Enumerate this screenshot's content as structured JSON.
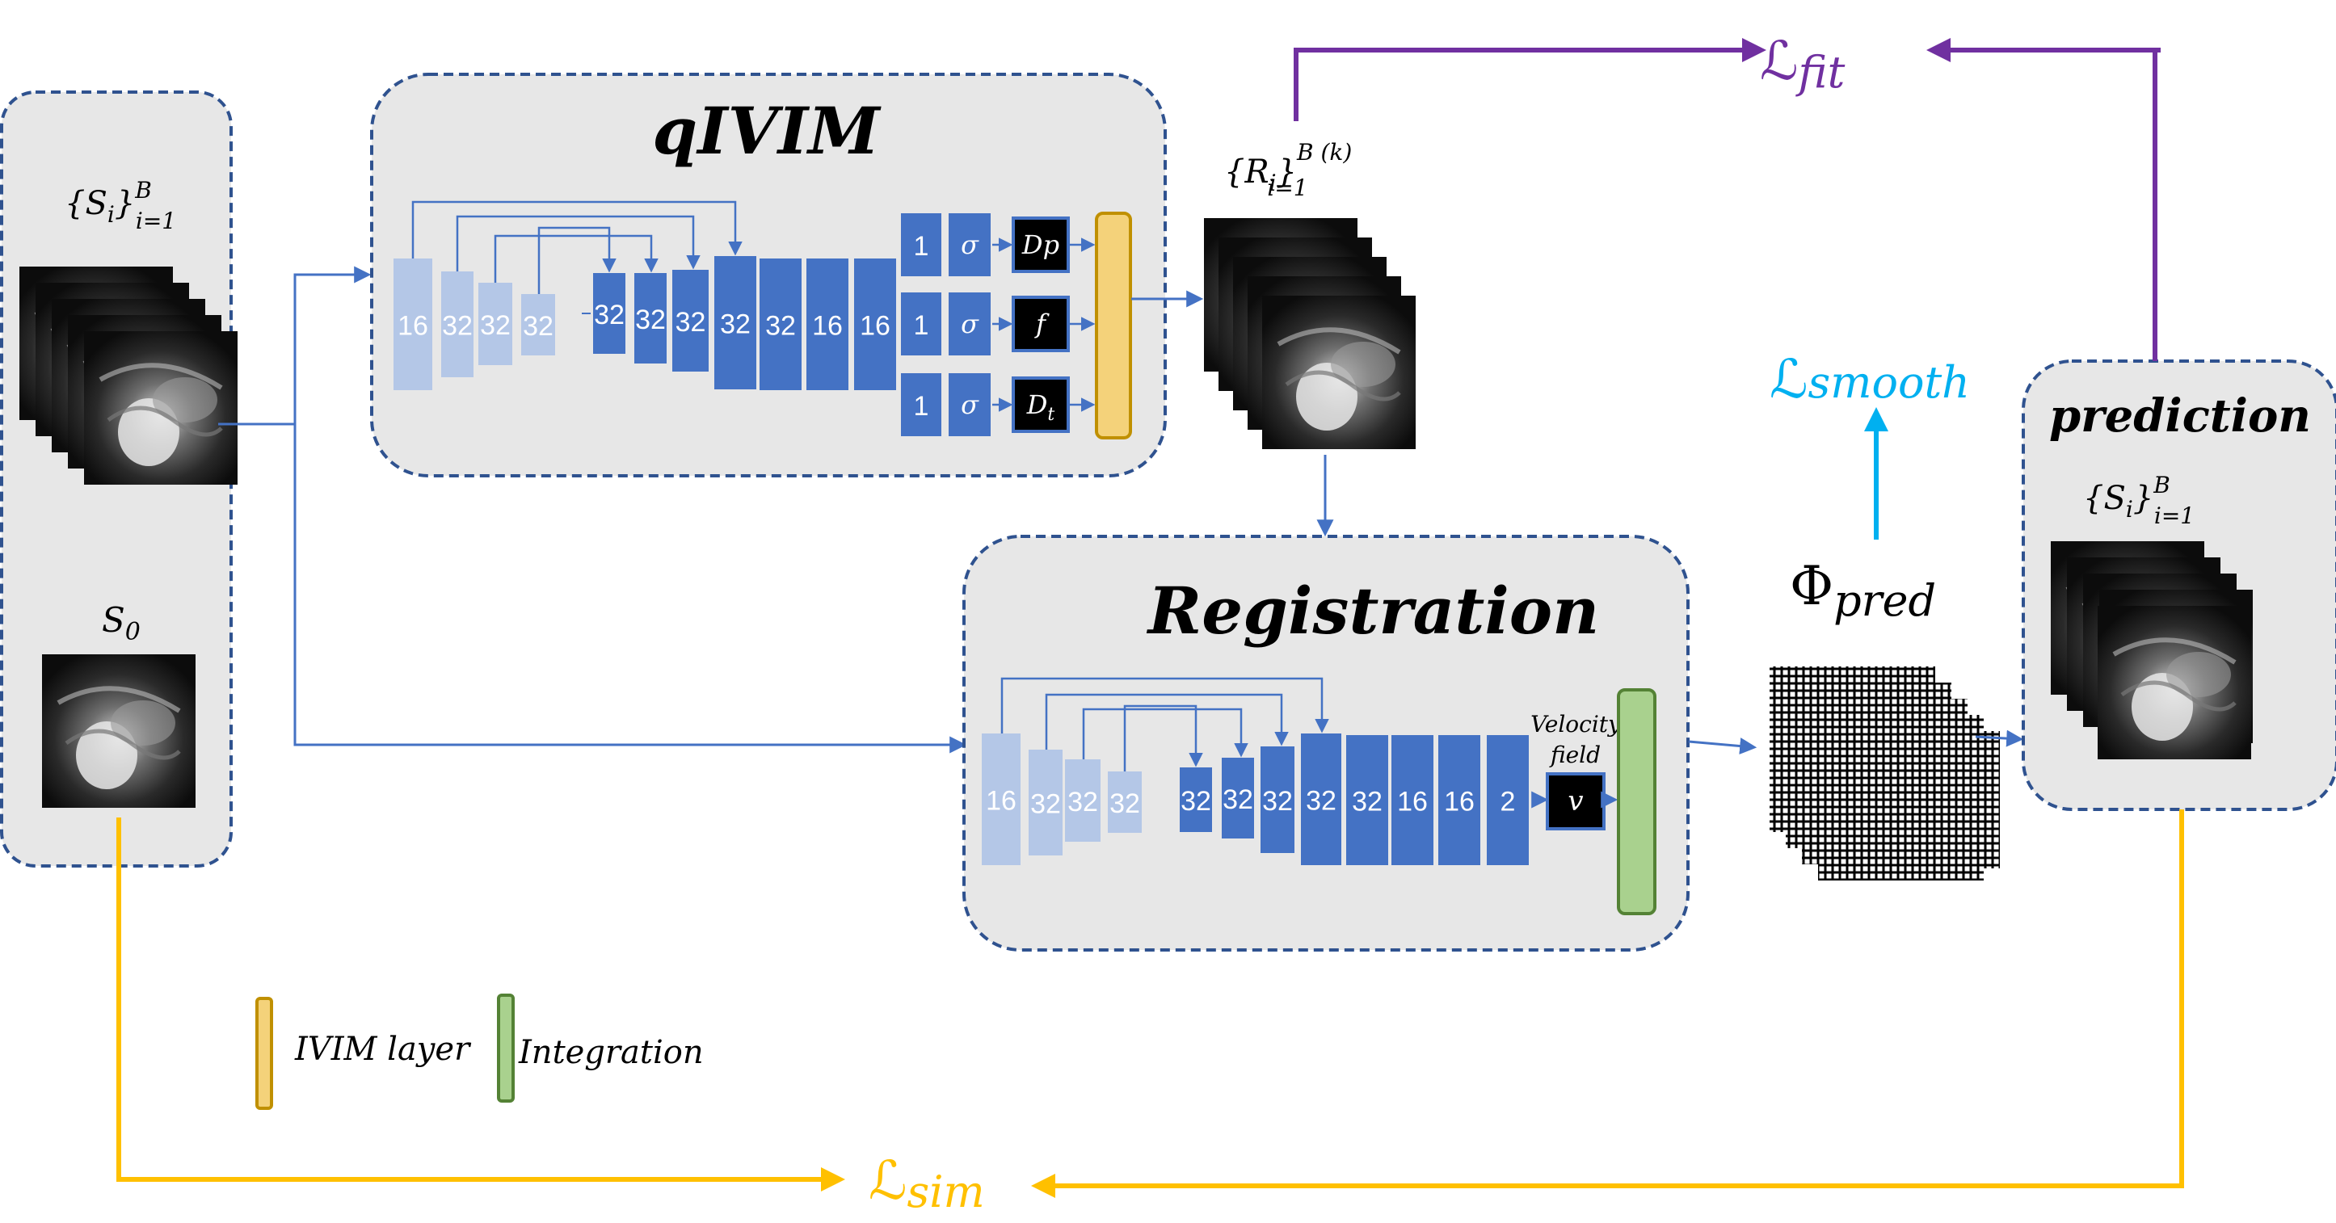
{
  "input_panel": {
    "series_label_brace": "{S",
    "series_label_sub": "i",
    "series_label_close": "}",
    "series_label_range": "i=1",
    "series_label_sup": "B",
    "s0_label": "S",
    "s0_sub": "0"
  },
  "qivim": {
    "title": "qIVIM",
    "encoder_blocks": [
      "16",
      "32",
      "32",
      "32"
    ],
    "decoder_blocks": [
      "32",
      "32",
      "32",
      "32",
      "32",
      "16",
      "16"
    ],
    "heads": [
      {
        "one": "1",
        "sigma": "σ",
        "param": "Dp"
      },
      {
        "one": "1",
        "sigma": "σ",
        "param": "f"
      },
      {
        "one": "1",
        "sigma": "σ",
        "param": "D",
        "param_sub": "t"
      }
    ]
  },
  "recon": {
    "label_brace": "{R",
    "label_sub": "i",
    "label_close": "}",
    "label_range": "i=1",
    "label_sup": "B (k)"
  },
  "registration": {
    "title": "Registration",
    "encoder_blocks": [
      "16",
      "32",
      "32",
      "32"
    ],
    "decoder_blocks": [
      "32",
      "32",
      "32",
      "32",
      "32",
      "16",
      "16",
      "2"
    ],
    "velocity_label_1": "Velocity",
    "velocity_label_2": "field",
    "velocity_symbol": "v"
  },
  "phi": {
    "symbol": "Φ",
    "sub": "pred"
  },
  "prediction": {
    "title": "prediction",
    "label_brace": "{S",
    "label_sub": "i",
    "label_close": "}",
    "label_range": "i=1",
    "label_sup": "B"
  },
  "losses": {
    "fit": {
      "symbol": "ℒ",
      "sub": "fit"
    },
    "smooth": {
      "symbol": "ℒ",
      "sub": "smooth"
    },
    "sim": {
      "symbol": "ℒ",
      "sub": "sim"
    }
  },
  "legend": {
    "ivim_label": "IVIM layer",
    "integration_label": "Integration"
  },
  "colors": {
    "panel_fill": "#e7e7e7",
    "panel_border": "#2f528f",
    "block_light": "#b4c7e7",
    "block_dark": "#4472c4",
    "arrow_blue": "#4472c4",
    "ivim_fill": "#f4d27a",
    "ivim_border": "#c09000",
    "integration_fill": "#a9d18e",
    "integration_border": "#548235",
    "fit_color": "#7030a0",
    "smooth_color": "#00b0f0",
    "sim_color": "#ffc000"
  }
}
